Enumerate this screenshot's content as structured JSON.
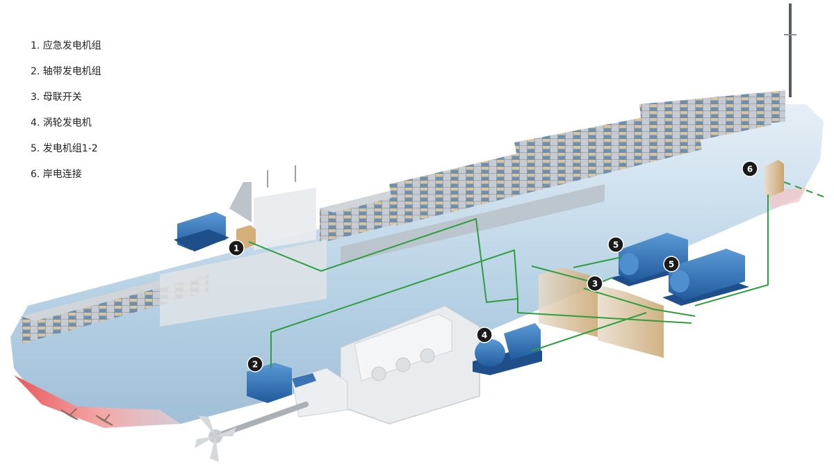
{
  "legend": [
    {
      "num": "1",
      "label": "1. 应急发电机组"
    },
    {
      "num": "2",
      "label": "2. 轴带发电机组"
    },
    {
      "num": "3",
      "label": "3. 母联开关"
    },
    {
      "num": "4",
      "label": "4. 涡轮发电机"
    },
    {
      "num": "5",
      "label": "5. 发电机组1-2"
    },
    {
      "num": "6",
      "label": "6. 岸电连接"
    }
  ],
  "markers": {
    "m1": "1",
    "m2": "2",
    "m3": "3",
    "m4": "4",
    "m5a": "5",
    "m5b": "5",
    "m6": "6"
  },
  "colors": {
    "cable": "#2e9e3e",
    "equipment": "#2f6fb5",
    "container_box": "#c9a56e",
    "hull": "#b9d3e6",
    "keel": "#e8585a",
    "marker": "#1a1a1a"
  }
}
